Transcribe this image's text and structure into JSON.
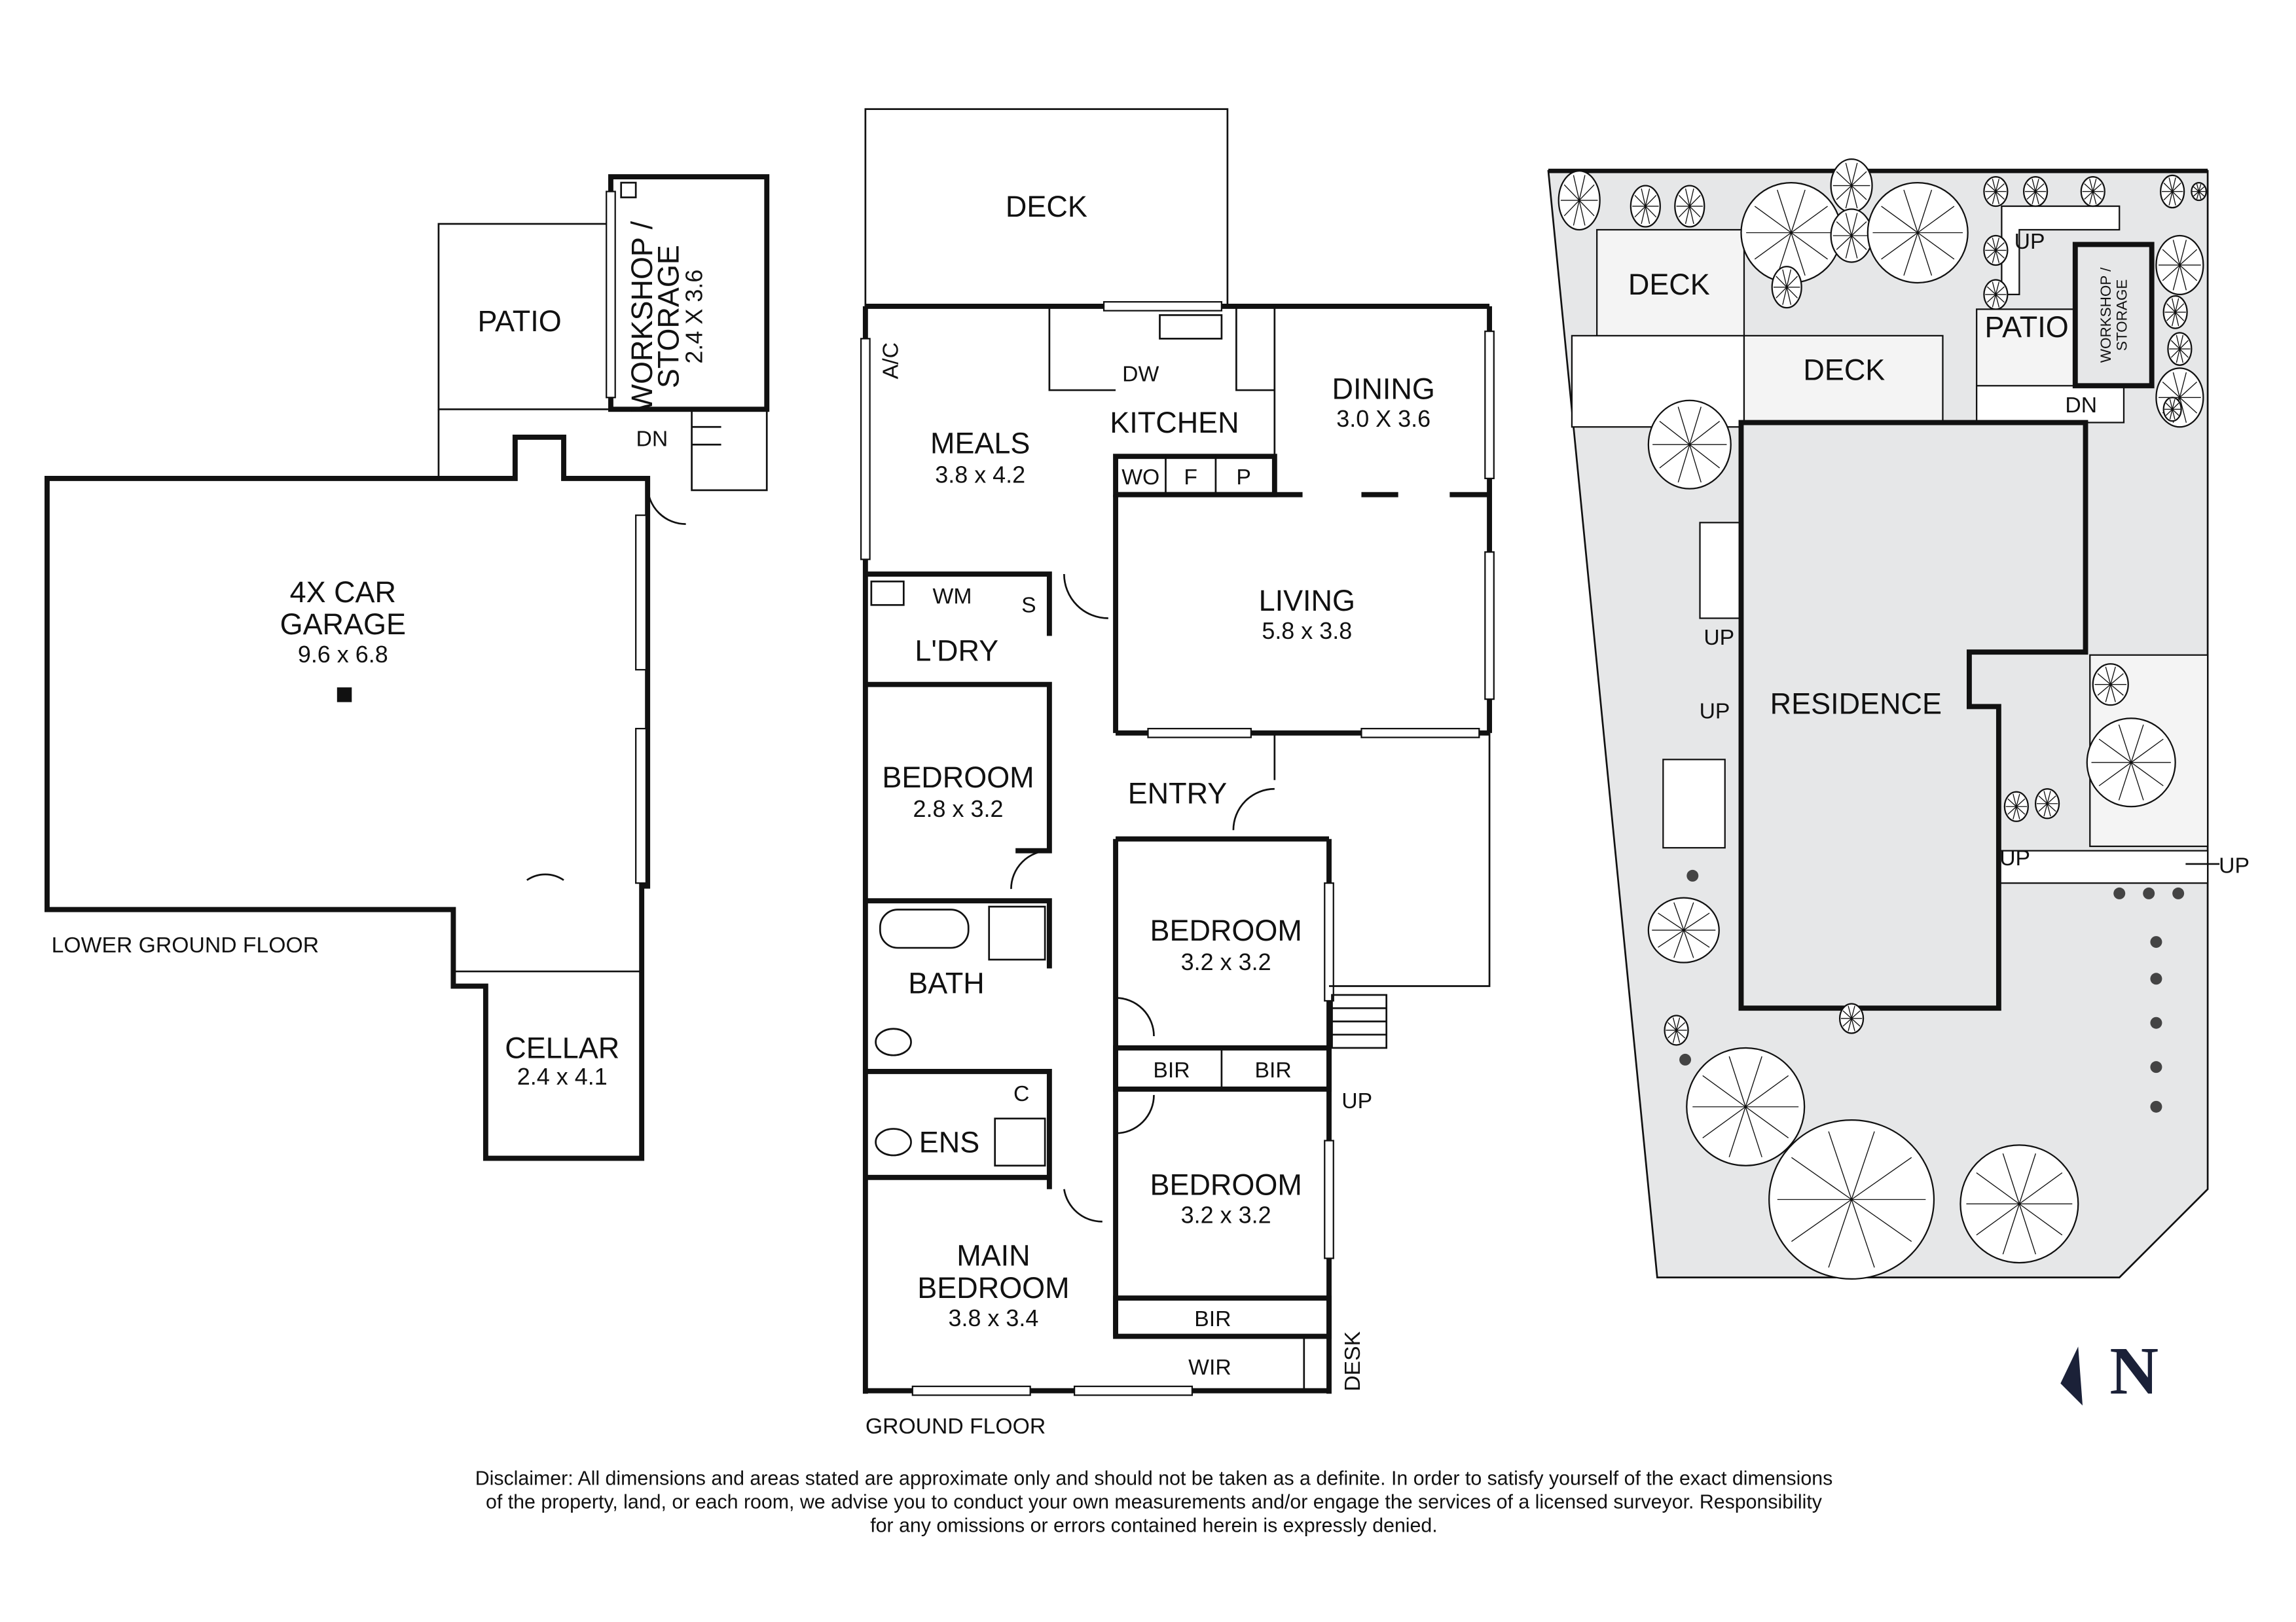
{
  "lower_ground": {
    "caption": "LOWER GROUND FLOOR",
    "patio": "PATIO",
    "workshop": {
      "name1": "WORKSHOP /",
      "name2": "STORAGE",
      "dims": "2.4 X 3.6"
    },
    "dn": "DN",
    "garage": {
      "name1": "4X CAR",
      "name2": "GARAGE",
      "dims": "9.6 x 6.8"
    },
    "cellar": {
      "name": "CELLAR",
      "dims": "2.4 x 4.1"
    }
  },
  "ground": {
    "caption": "GROUND FLOOR",
    "deck": "DECK",
    "ac": "A/C",
    "dw": "DW",
    "kitchen": "KITCHEN",
    "dining": {
      "name": "DINING",
      "dims": "3.0 X 3.6"
    },
    "meals": {
      "name": "MEALS",
      "dims": "3.8 x 4.2"
    },
    "wo": "WO",
    "f": "F",
    "p": "P",
    "living": {
      "name": "LIVING",
      "dims": "5.8 x 3.8"
    },
    "wm": "WM",
    "s": "S",
    "ldry": "L'DRY",
    "bedroom1": {
      "name": "BEDROOM",
      "dims": "2.8 x 3.2"
    },
    "entry": "ENTRY",
    "bedroom2": {
      "name": "BEDROOM",
      "dims": "3.2 x 3.2"
    },
    "bath": "BATH",
    "bir1": "BIR",
    "bir2": "BIR",
    "up": "UP",
    "c": "C",
    "ens": "ENS",
    "bedroom3": {
      "name": "BEDROOM",
      "dims": "3.2 x 3.2"
    },
    "main_bedroom": {
      "name1": "MAIN",
      "name2": "BEDROOM",
      "dims": "3.8 x 3.4"
    },
    "bir3": "BIR",
    "wir": "WIR",
    "desk": "DESK"
  },
  "site": {
    "deck1": "DECK",
    "deck2": "DECK",
    "patio": "PATIO",
    "workshop1": "WORKSHOP /",
    "workshop2": "STORAGE",
    "up1": "UP",
    "dn": "DN",
    "up2": "UP",
    "up3": "UP",
    "up4": "UP",
    "up5": "UP",
    "residence": "RESIDENCE",
    "north": "N",
    "colors": {
      "ground": "#e6e7e8",
      "deck": "#f4f4f4",
      "north": "#1b2138"
    }
  },
  "disclaimer": [
    "Disclaimer: All dimensions and areas stated are approximate only and should not be taken as a definite. In order to satisfy yourself of the exact dimensions",
    "of the property, land, or each room, we advise you to conduct your own measurements and/or engage the services of a licensed surveyor. Responsibility",
    "for any omissions or errors contained herein is expressly denied."
  ]
}
